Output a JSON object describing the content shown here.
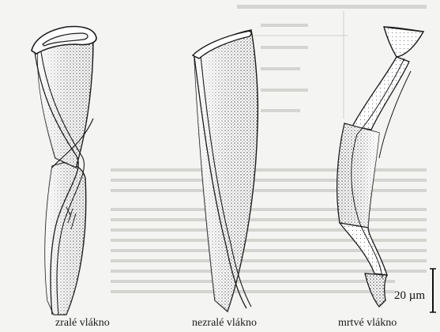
{
  "figure": {
    "captions": {
      "left": "zralé vlákno",
      "middle": "nezralé vlákno",
      "right": "mrtvé vlákno"
    },
    "scale_bar": {
      "label": "20 µm"
    }
  }
}
